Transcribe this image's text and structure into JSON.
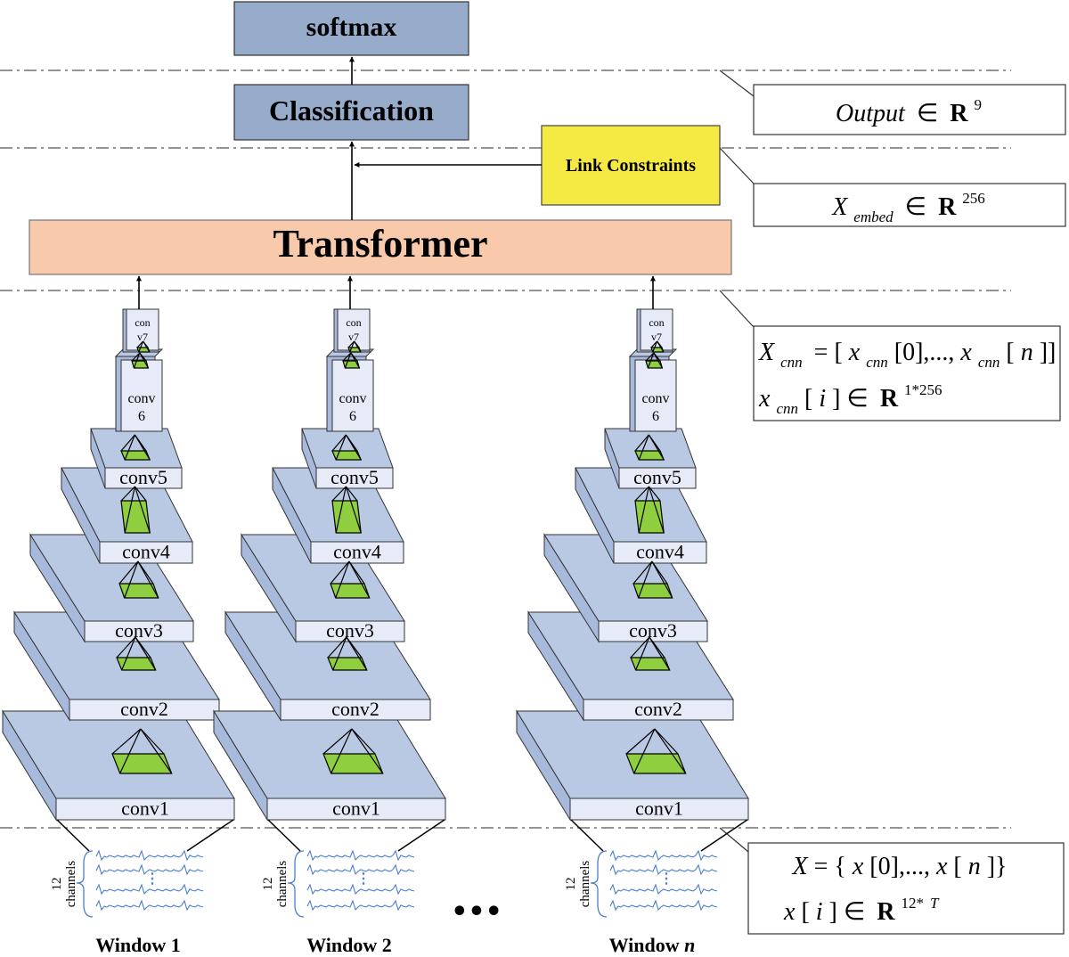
{
  "top_blocks": {
    "softmax": "softmax",
    "classification": "Classification",
    "link_constraints": "Link Constraints",
    "transformer": "Transformer"
  },
  "colors": {
    "block_blue": "#97abcb",
    "transformer": "#f9c9ab",
    "link": "#f5ea43",
    "layer_face": "#b9c9e3",
    "layer_label": "#e6ebf7",
    "pyramid": "#8fce3f",
    "ecg": "#4a7fd0"
  },
  "columns": [
    {
      "layers": {
        "c7a": "con",
        "c7b": "v7",
        "c6a": "conv",
        "c6b": "6",
        "c5": "conv5",
        "c4": "conv4",
        "c3": "conv3",
        "c2": "conv2",
        "c1": "conv1"
      },
      "channels_a": "12",
      "channels_b": "channels",
      "window_prefix": "Window 1",
      "window_suffix": ""
    },
    {
      "layers": {
        "c7a": "con",
        "c7b": "v7",
        "c6a": "conv",
        "c6b": "6",
        "c5": "conv5",
        "c4": "conv4",
        "c3": "conv3",
        "c2": "conv2",
        "c1": "conv1"
      },
      "channels_a": "12",
      "channels_b": "channels",
      "window_prefix": "Window 2",
      "window_suffix": ""
    },
    {
      "layers": {
        "c7a": "con",
        "c7b": "v7",
        "c6a": "conv",
        "c6b": "6",
        "c5": "conv5",
        "c4": "conv4",
        "c3": "conv3",
        "c2": "conv2",
        "c1": "conv1"
      },
      "channels_a": "12",
      "channels_b": "channels",
      "window_prefix": "Window ",
      "window_suffix": "n"
    }
  ],
  "ellipsis": "•••",
  "annotations": {
    "output": {
      "lhs": "Output",
      "in": "∈",
      "R": "R",
      "exp": "9"
    },
    "embed": {
      "X": "X",
      "sub": "embed",
      "in": "∈",
      "R": "R",
      "exp": "256"
    },
    "cnn": {
      "l1_X": "X",
      "l1_sub": "cnn",
      "l1_eq": "= [",
      "l1_x0": "x",
      "l1_s0": "cnn",
      "l1_i0": "[0],...,",
      "l1_xn": "x",
      "l1_sn": "cnn",
      "l1_b": "[",
      "l1_n": "n",
      "l1_end": "]]",
      "l2_x": "x",
      "l2_sub": "cnn",
      "l2_b": "[",
      "l2_i": "i",
      "l2_end": "] ∈",
      "l2_R": "R",
      "l2_exp": "1*256"
    },
    "input": {
      "l1_X": "X",
      "l1_eq": " = {",
      "l1_x0": "x",
      "l1_mid": "[0],...,",
      "l1_xn": "x",
      "l1_b": "[",
      "l1_n": "n",
      "l1_end": "]}",
      "l2_x": "x",
      "l2_b": "[",
      "l2_i": "i",
      "l2_end": "] ∈",
      "l2_R": "R",
      "l2_exp": "12*",
      "l2_T": "T"
    }
  }
}
